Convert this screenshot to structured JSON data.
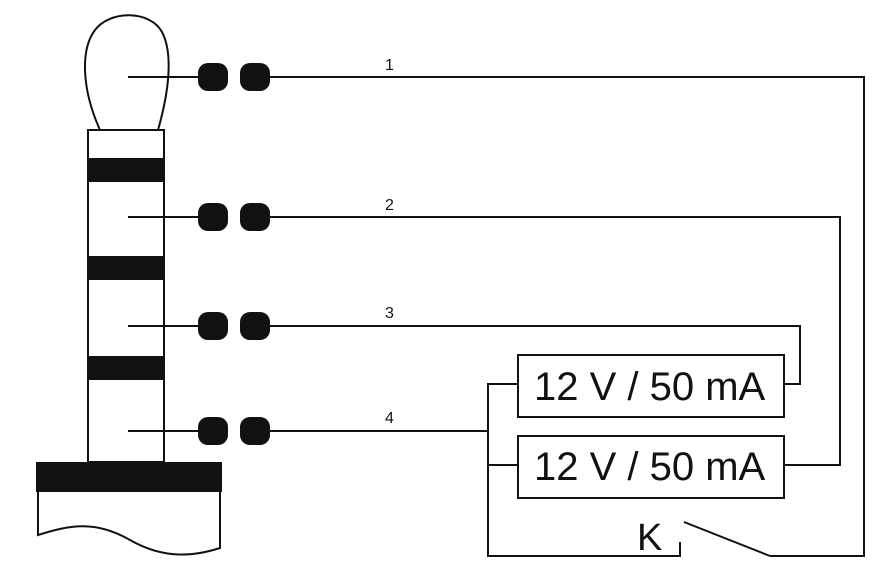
{
  "diagram": {
    "wire_labels": [
      "1",
      "2",
      "3",
      "4"
    ],
    "load_top": "12 V / 50 mA",
    "load_bottom": "12 V / 50 mA",
    "switch_label": "K"
  },
  "colors": {
    "line": "#111111",
    "background": "#ffffff"
  }
}
